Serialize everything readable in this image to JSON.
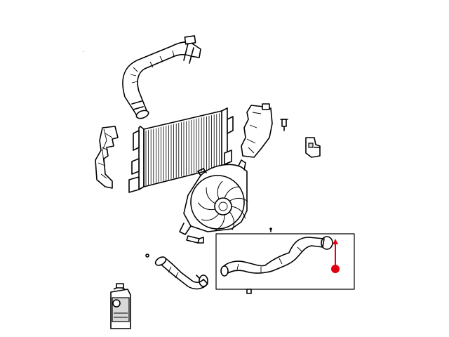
{
  "diagram": {
    "highlight_color": "#e3000f",
    "line_color": "#000000",
    "background": "#ffffff",
    "parts": [
      "upper-radiator-hose",
      "radiator",
      "left-air-seal",
      "right-air-seal",
      "bolt",
      "connector",
      "cooling-fan-assembly",
      "fan-bolt",
      "lower-radiator-hose",
      "clamp",
      "coolant-jug",
      "selected-hose-group",
      "selection-callout"
    ]
  }
}
